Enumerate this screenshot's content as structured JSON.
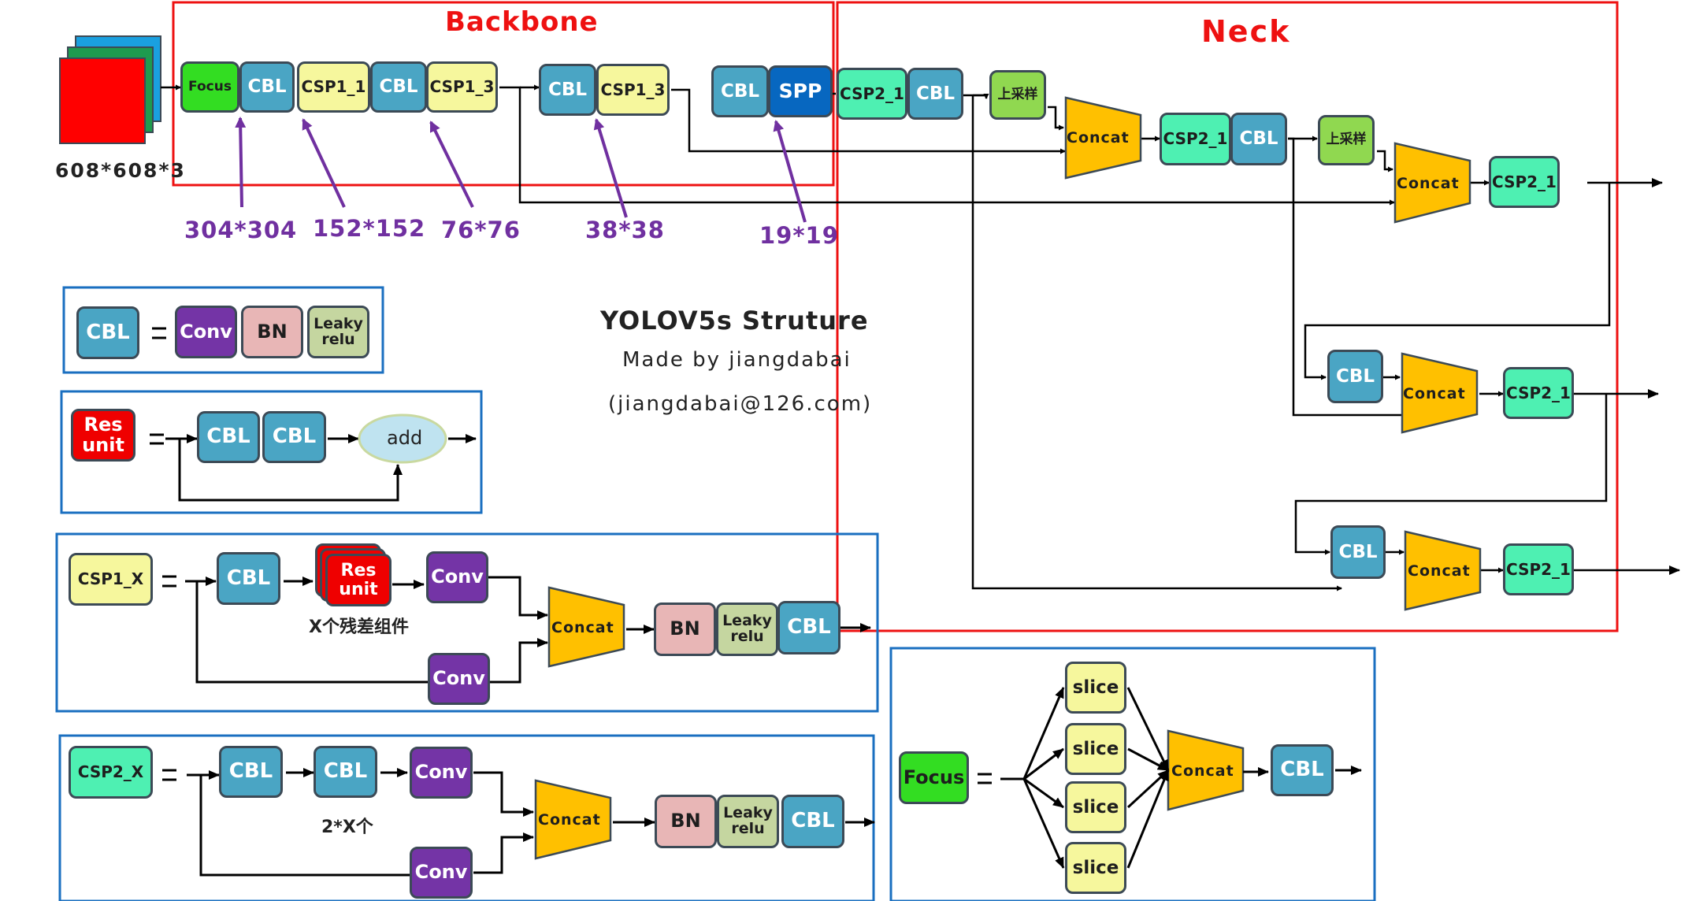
{
  "titles": {
    "backbone": "Backbone",
    "neck": "Neck",
    "main": "YOLOV5s Struture",
    "made_by": "Made by jiangdabai",
    "email": "(jiangdabai@126.com)"
  },
  "input_size": "608*608*3",
  "sizes": [
    "304*304",
    "152*152",
    "76*76",
    "38*38",
    "19*19"
  ],
  "labels": {
    "focus": "Focus",
    "cbl": "CBL",
    "csp1_1": "CSP1_1",
    "csp1_3": "CSP1_3",
    "csp2_1": "CSP2_1",
    "spp": "SPP",
    "upsample": "上采样",
    "concat": "Concat",
    "conv": "Conv",
    "bn": "BN",
    "leaky": "Leaky relu",
    "res_unit": "Res unit",
    "add": "add",
    "csp1_x": "CSP1_X",
    "csp2_x": "CSP2_X",
    "slice": "slice",
    "equals": "="
  },
  "notes": {
    "csp1_res_count": "X个残差组件",
    "csp2_cbl_count": "2*X个"
  },
  "colors": {
    "cbl": "#4aa5c4",
    "csp1": "#f6f79d",
    "csp2": "#4ef0b2",
    "focus": "#33dd22",
    "spp": "#0767c0",
    "upsample": "#90d850",
    "concat": "#ffc000",
    "conv": "#7434a6",
    "bn": "#e8b6b6",
    "leaky": "#c5d6a0",
    "res": "#ef0000",
    "add": "#bfe3f0",
    "group_border_red": "#ee1111",
    "group_border_blue": "#1a6fc0",
    "size_labels": "#7030a0"
  }
}
